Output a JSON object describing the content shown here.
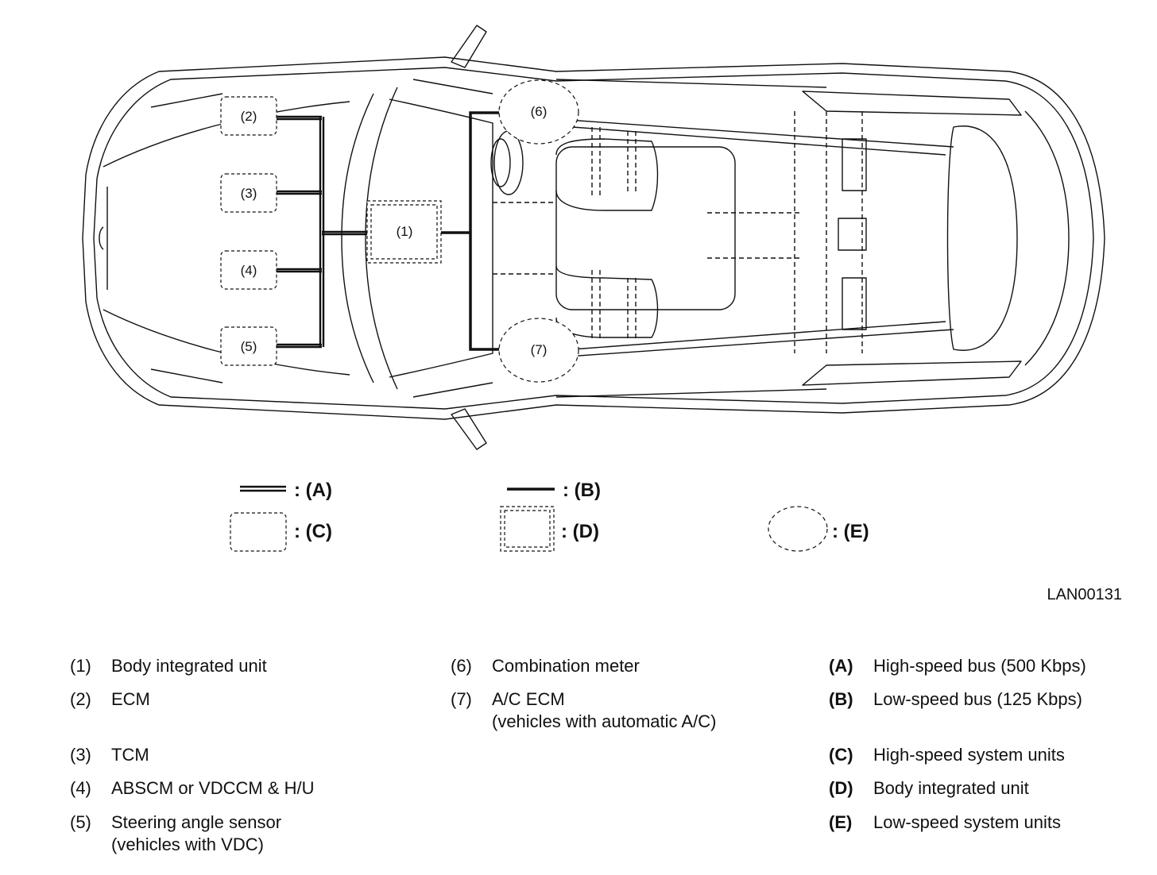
{
  "diagram": {
    "nodes": {
      "n1": "(1)",
      "n2": "(2)",
      "n3": "(3)",
      "n4": "(4)",
      "n5": "(5)",
      "n6": "(6)",
      "n7": "(7)"
    },
    "legend": {
      "a": ": (A)",
      "b": ": (B)",
      "c": ": (C)",
      "d": ": (D)",
      "e": ": (E)"
    },
    "code": "LAN00131"
  },
  "key": {
    "col1": [
      {
        "num": "(1)",
        "text": "Body integrated unit",
        "text2": ""
      },
      {
        "num": "(2)",
        "text": "ECM",
        "text2": ""
      },
      {
        "num": "(3)",
        "text": "TCM",
        "text2": ""
      },
      {
        "num": "(4)",
        "text": "ABSCM or VDCCM & H/U",
        "text2": ""
      },
      {
        "num": "(5)",
        "text": "Steering angle sensor",
        "text2": "(vehicles with VDC)"
      }
    ],
    "col2": [
      {
        "num": "(6)",
        "text": "Combination meter",
        "text2": ""
      },
      {
        "num": "(7)",
        "text": "A/C ECM",
        "text2": "(vehicles with automatic A/C)"
      }
    ],
    "col3": [
      {
        "num": "(A)",
        "text": "High-speed bus (500 Kbps)"
      },
      {
        "num": "(B)",
        "text": "Low-speed bus (125 Kbps)"
      },
      {
        "num": "(C)",
        "text": "High-speed system units"
      },
      {
        "num": "(D)",
        "text": "Body integrated unit"
      },
      {
        "num": "(E)",
        "text": "Low-speed system units"
      }
    ]
  }
}
